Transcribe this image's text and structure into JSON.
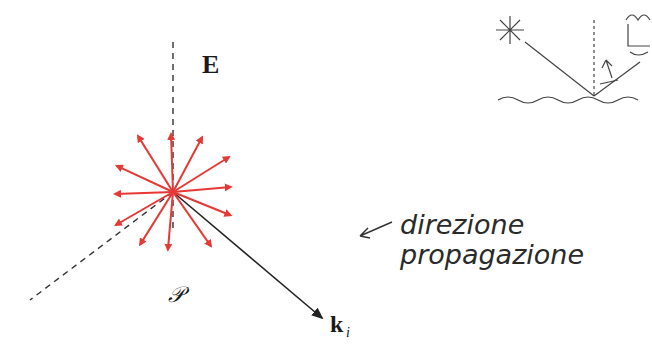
{
  "diagram": {
    "labels": [
      "E",
      "𝒫",
      "k",
      "i",
      "direzione propagazione"
    ]
  }
}
